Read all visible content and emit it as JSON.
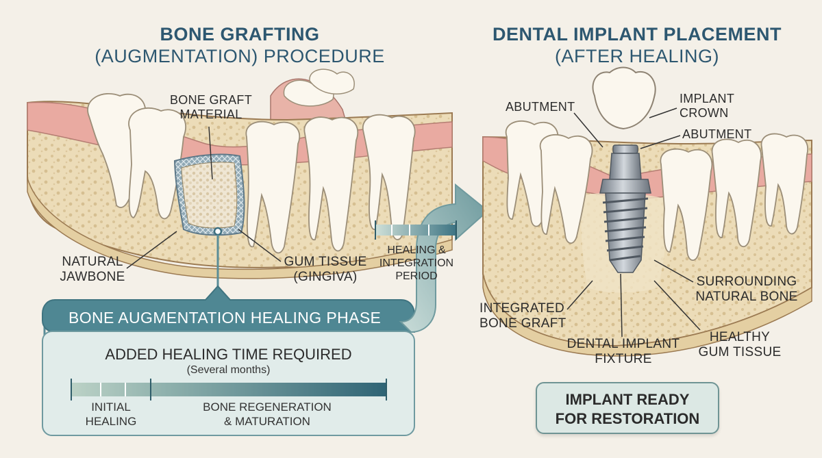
{
  "left_panel": {
    "title_line1": "BONE GRAFTING",
    "title_line2": "(AUGMENTATION) PROCEDURE",
    "labels": {
      "graft_line1": "BONE GRAFT",
      "graft_line2": "MATERIAL",
      "jaw_line1": "NATURAL",
      "jaw_line2": "JAWBONE",
      "gum_line1": "GUM TISSUE",
      "gum_line2": "(GINGIVA)"
    }
  },
  "healing_phase": {
    "title": "BONE AUGMENTATION HEALING PHASE",
    "added_time": "ADDED HEALING TIME REQUIRED",
    "duration": "(Several months)",
    "stage1_line1": "INITIAL",
    "stage1_line2": "HEALING",
    "stage2_line1": "BONE REGENERATION",
    "stage2_line2": "& MATURATION"
  },
  "transition": {
    "line1": "HEALING &",
    "line2": "INTEGRATION",
    "line3": "PERIOD"
  },
  "right_panel": {
    "title_line1": "DENTAL IMPLANT PLACEMENT",
    "title_line2": "(AFTER HEALING)",
    "labels": {
      "abutment_left": "ABUTMENT",
      "crown_line1": "IMPLANT",
      "crown_line2": "CROWN",
      "abutment_right": "ABUTMENT",
      "bone_line1": "SURROUNDING",
      "bone_line2": "NATURAL BONE",
      "graft_line1": "INTEGRATED",
      "graft_line2": "BONE GRAFT",
      "fixture_line1": "DENTAL IMPLANT",
      "fixture_line2": "FIXTURE",
      "gum_line1": "HEALTHY",
      "gum_line2": "GUM TISSUE"
    },
    "ready_line1": "IMPLANT READY",
    "ready_line2": "FOR RESTORATION"
  },
  "colors": {
    "title": "#2d5770",
    "phase_teal": "#4f8793",
    "bone": "#ead7b0",
    "gum": "#e8a8a0",
    "tooth": "#fbf7ee",
    "implant": "#9aa3ad"
  }
}
